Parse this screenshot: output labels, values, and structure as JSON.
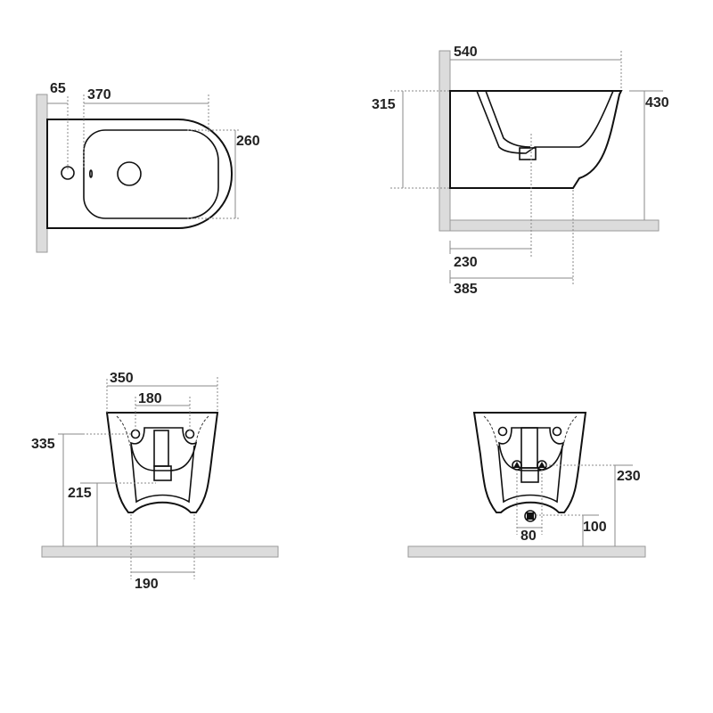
{
  "diagram": {
    "title": "Wall-hung bidet dimensional drawing",
    "units": "mm",
    "colors": {
      "outline": "#111111",
      "wall_fill": "#dcdcdc",
      "dimension_line": "#8a8a8a",
      "text": "#222222"
    },
    "views": {
      "top": {
        "dimensions": {
          "tap_hole_from_wall": "65",
          "bowl_length": "370",
          "bowl_width": "260"
        }
      },
      "side": {
        "dimensions": {
          "overall_depth": "540",
          "body_height": "315",
          "rim_height_from_floor": "430",
          "waste_from_wall": "230",
          "base_from_wall": "385"
        }
      },
      "front": {
        "dimensions": {
          "overall_width": "350",
          "fixing_centres": "180",
          "fixing_height": "335",
          "waste_height": "215",
          "base_width": "190"
        }
      },
      "rear": {
        "dimensions": {
          "inlet_height": "230",
          "water_supply_height": "100",
          "water_supply_width": "80"
        }
      }
    }
  }
}
